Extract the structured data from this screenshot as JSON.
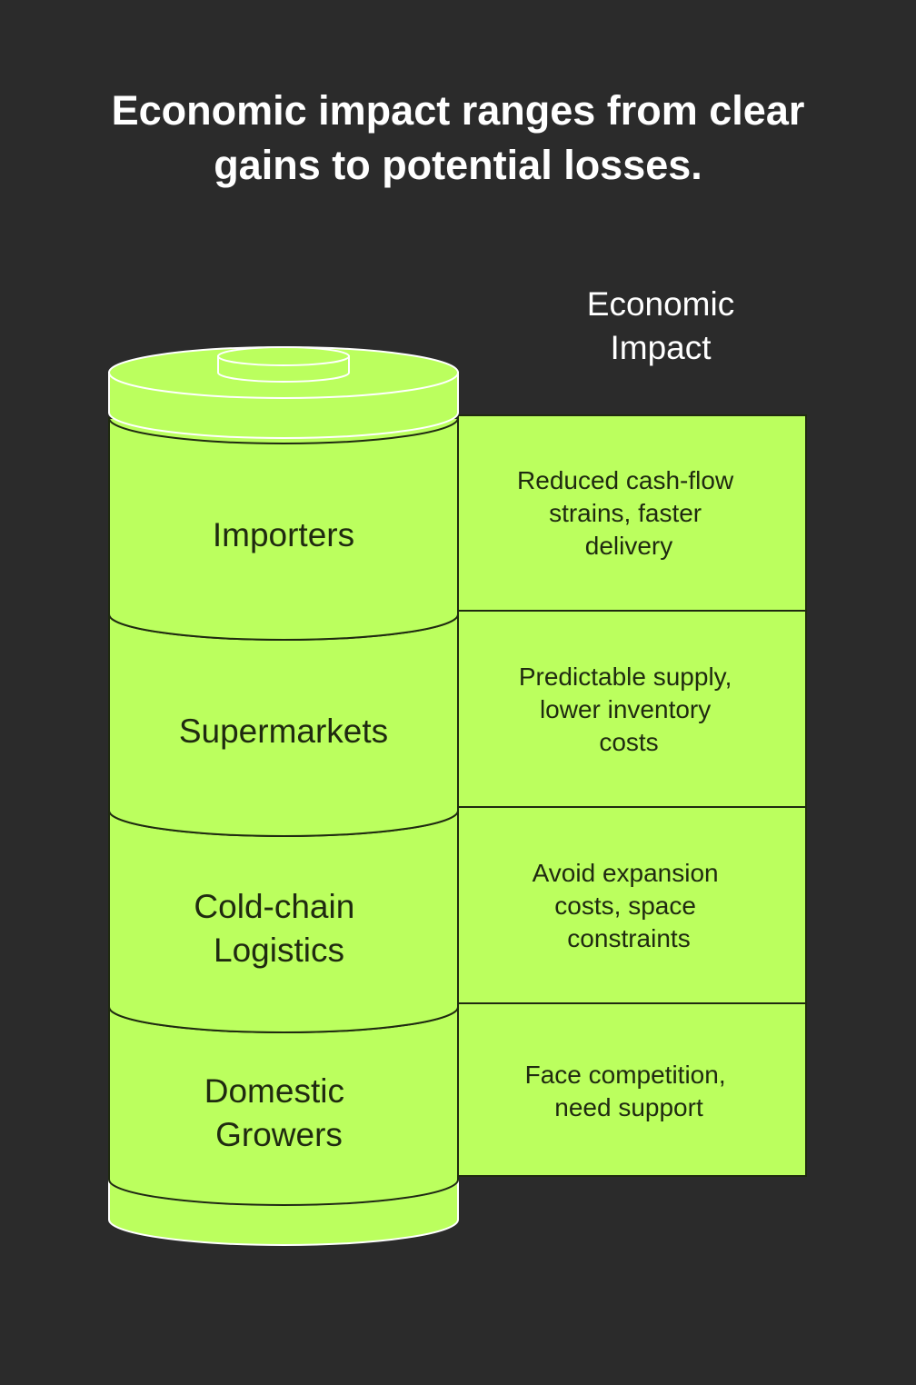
{
  "title": {
    "line1": "Economic impact ranges from clear",
    "line2": "gains to potential losses."
  },
  "column_header": {
    "line1": "Economic",
    "line2": "Impact"
  },
  "colors": {
    "background": "#2b2b2b",
    "accent": "#bbff5e",
    "outline": "#1f2a10",
    "title_text": "#ffffff"
  },
  "tiers": [
    {
      "label_lines": [
        "Importers"
      ],
      "impact_lines": [
        "Reduced cash-flow",
        "strains, faster",
        "delivery"
      ]
    },
    {
      "label_lines": [
        "Supermarkets"
      ],
      "impact_lines": [
        "Predictable supply,",
        "lower inventory",
        "costs"
      ]
    },
    {
      "label_lines": [
        "Cold-chain",
        "Logistics"
      ],
      "impact_lines": [
        "Avoid expansion",
        "costs, space",
        "constraints"
      ]
    },
    {
      "label_lines": [
        "Domestic",
        "Growers"
      ],
      "impact_lines": [
        "Face competition,",
        "need support"
      ]
    }
  ]
}
